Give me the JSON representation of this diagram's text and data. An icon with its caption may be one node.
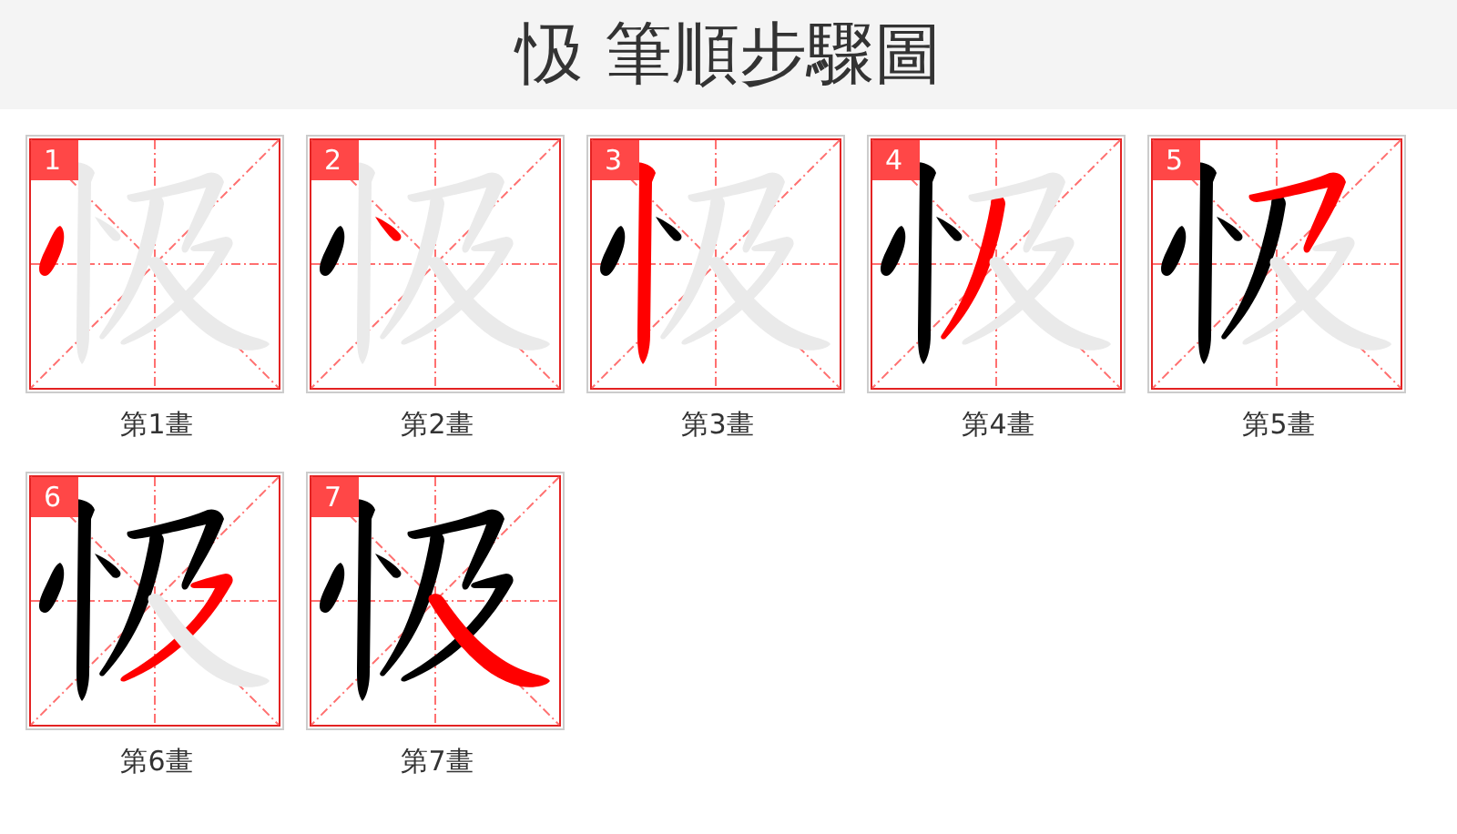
{
  "diagram": {
    "title": "忣 筆順步驟圖",
    "nodes": [
      {
        "text": [
          "1"
        ],
        "beside": [
          "第1畫"
        ]
      },
      {
        "text": [
          "2"
        ],
        "beside": [
          "第2畫"
        ]
      },
      {
        "text": [
          "3"
        ],
        "beside": [
          "第3畫"
        ]
      },
      {
        "text": [
          "4"
        ],
        "beside": [
          "第4畫"
        ]
      },
      {
        "text": [
          "5"
        ],
        "beside": [
          "第5畫"
        ]
      },
      {
        "text": [
          "6"
        ],
        "beside": [
          "第6畫"
        ]
      },
      {
        "text": [
          "7"
        ],
        "beside": [
          "第7畫"
        ]
      }
    ]
  }
}
